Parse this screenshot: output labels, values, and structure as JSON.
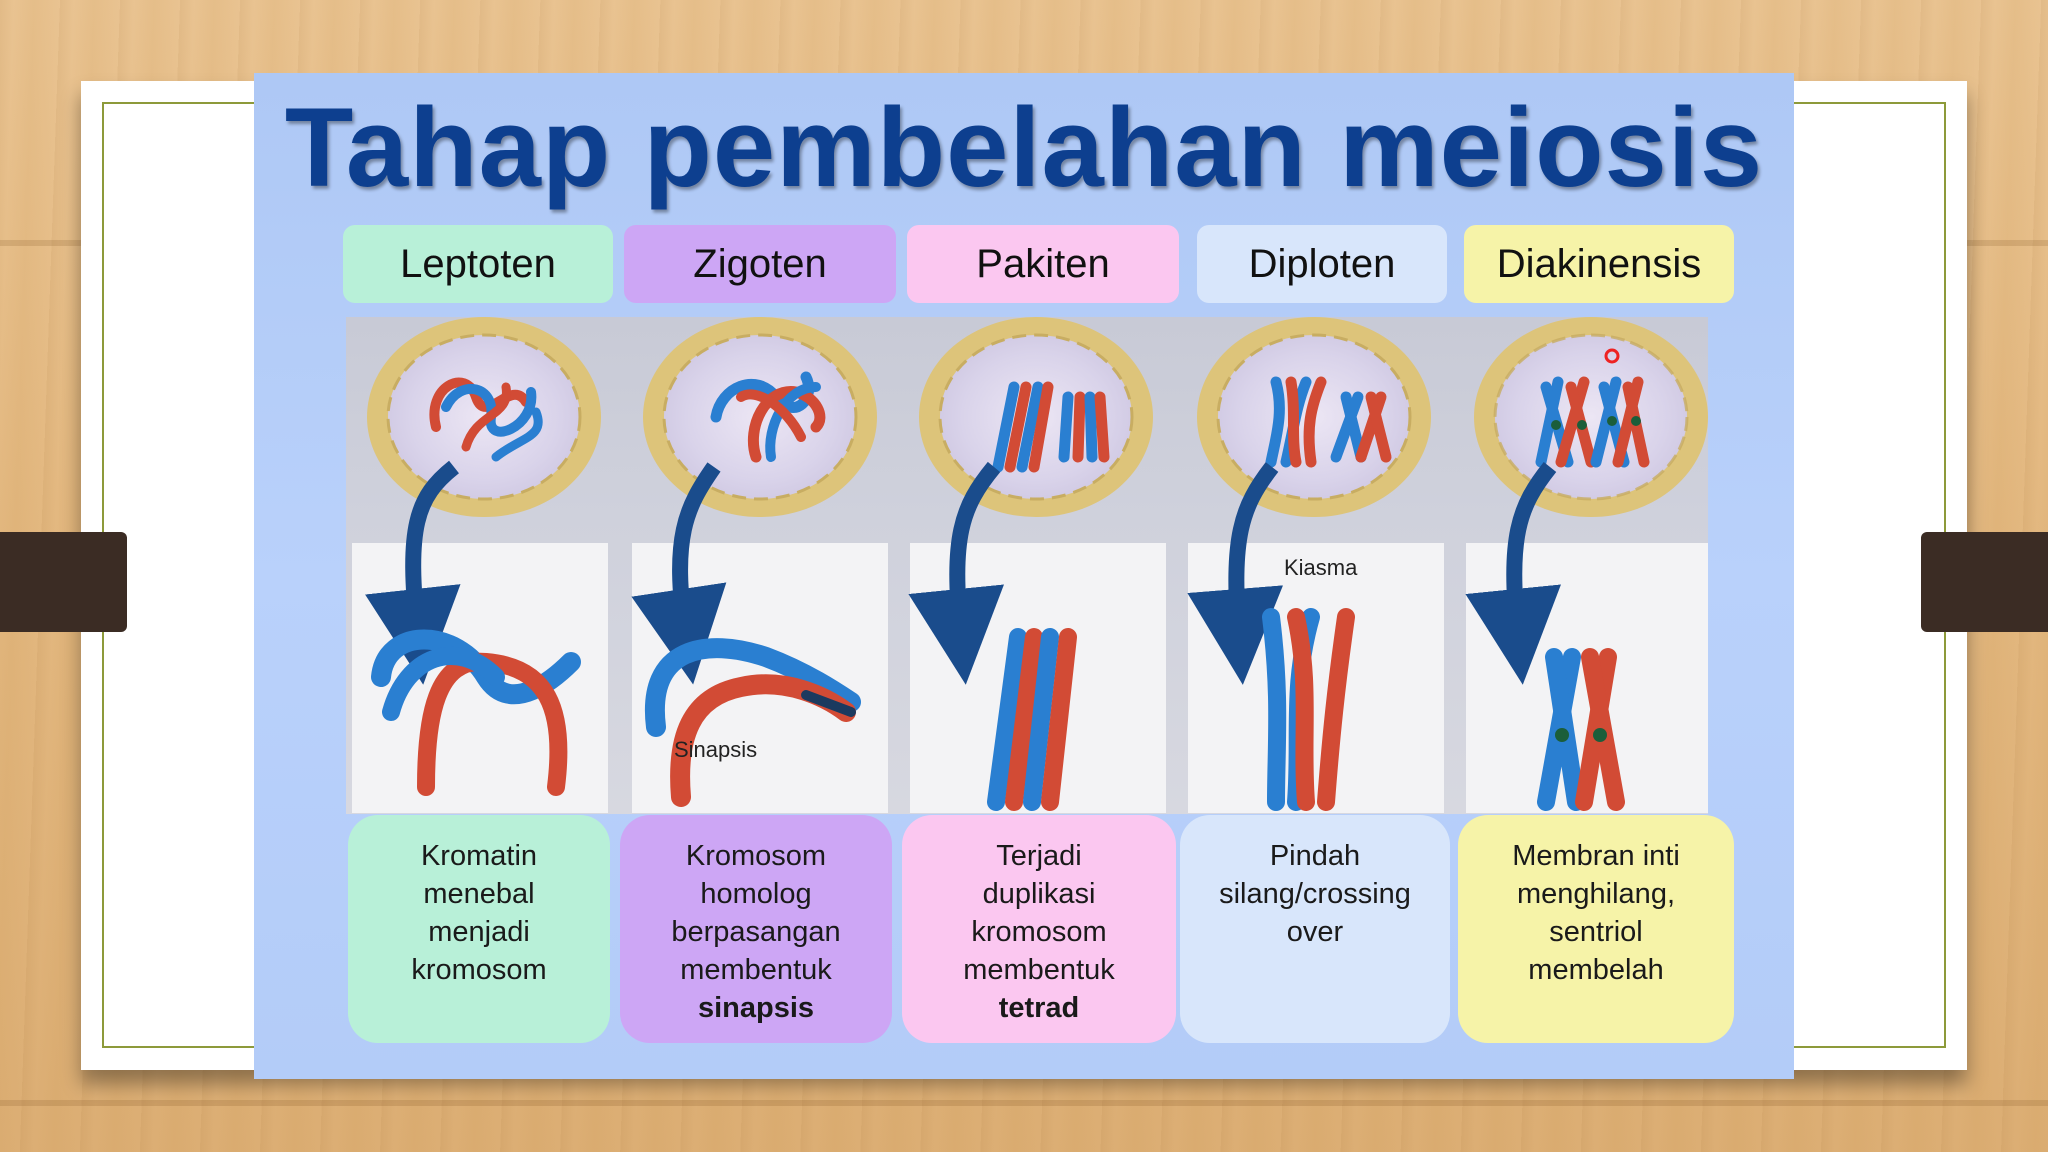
{
  "title": "Tahap pembelahan meiosis",
  "colors": {
    "title": "#0d3f8f",
    "chromosome_blue": "#2a7fd1",
    "chromosome_red": "#d24b35",
    "cell": "#ddc47a",
    "arrow": "#1a4c8c"
  },
  "stages": [
    {
      "name": "Leptoten",
      "color": "#b8f0d8",
      "desc_lines": [
        "Kromatin",
        "menebal",
        "menjadi",
        "kromosom"
      ],
      "desc_bold": ""
    },
    {
      "name": "Zigoten",
      "color": "#cda6f5",
      "desc_lines": [
        "Kromosom",
        "homolog",
        "berpasangan",
        "membentuk"
      ],
      "desc_bold": "sinapsis"
    },
    {
      "name": "Pakiten",
      "color": "#fbc7f0",
      "desc_lines": [
        "Terjadi",
        "duplikasi",
        "kromosom",
        "membentuk"
      ],
      "desc_bold": "tetrad"
    },
    {
      "name": "Diploten",
      "color": "#d8e6fb",
      "desc_lines": [
        "Pindah",
        "silang/crossing",
        "over"
      ],
      "desc_bold": ""
    },
    {
      "name": "Diakinensis",
      "color": "#f6f3a8",
      "desc_lines": [
        "Membran inti",
        "menghilang,",
        "sentriol",
        "membelah"
      ],
      "desc_bold": ""
    }
  ],
  "annotations": {
    "sinapsis": "Sinapsis",
    "kiasma": "Kiasma"
  }
}
